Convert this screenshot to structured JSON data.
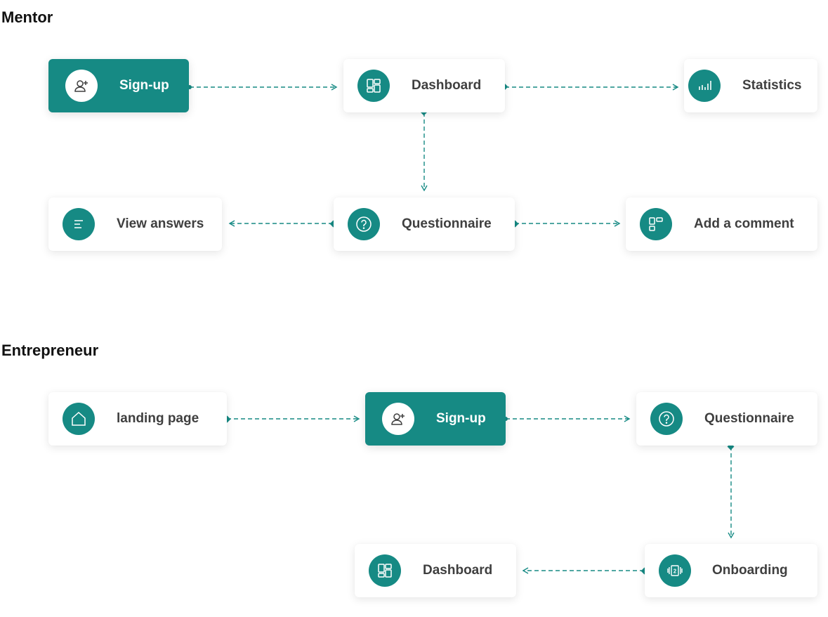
{
  "sections": {
    "mentor": {
      "title": "Mentor"
    },
    "entrepreneur": {
      "title": "Entrepreneur"
    }
  },
  "colors": {
    "accent": "#168a84",
    "text": "#3f3f3f",
    "edge": "#168a84"
  },
  "mentor": {
    "signup": {
      "label": "Sign-up",
      "icon": "add-user-icon"
    },
    "dashboard": {
      "label": "Dashboard",
      "icon": "dashboard-icon"
    },
    "statistics": {
      "label": "Statistics",
      "icon": "bar-chart-icon"
    },
    "view_answers": {
      "label": "View answers",
      "icon": "list-lines-icon"
    },
    "questionnaire": {
      "label": "Questionnaire",
      "icon": "question-icon"
    },
    "add_comment": {
      "label": "Add a comment",
      "icon": "comment-layout-icon"
    }
  },
  "entrepreneur": {
    "landing": {
      "label": "landing page",
      "icon": "home-icon"
    },
    "signup": {
      "label": "Sign-up",
      "icon": "add-user-icon"
    },
    "questionnaire": {
      "label": "Questionnaire",
      "icon": "question-icon"
    },
    "dashboard": {
      "label": "Dashboard",
      "icon": "dashboard-icon"
    },
    "onboarding": {
      "label": "Onboarding",
      "icon": "onboarding-slides-icon"
    }
  }
}
